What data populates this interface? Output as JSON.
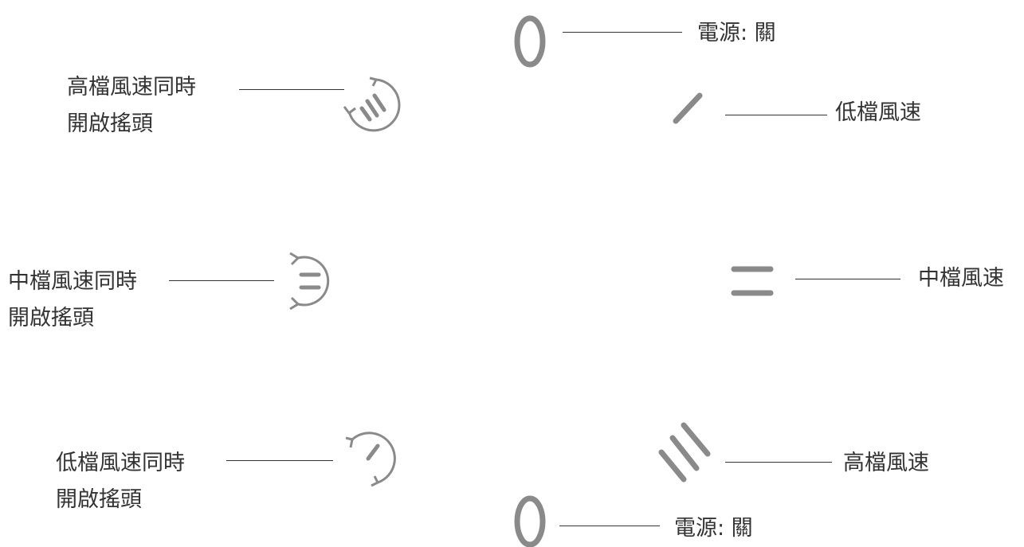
{
  "colors": {
    "symbol": "#8a8a8a",
    "text": "#333333",
    "background": "#ffffff"
  },
  "labels": {
    "power_off_top": "電源: 關",
    "low_speed": "低檔風速",
    "medium_speed": "中檔風速",
    "high_speed": "高檔風速",
    "power_off_bottom": "電源: 關",
    "high_swing_line1": "高檔風速同時",
    "high_swing_line2": "開啟搖頭",
    "medium_swing_line1": "中檔風速同時",
    "medium_swing_line2": "開啟搖頭",
    "low_swing_line1": "低檔風速同時",
    "low_swing_line2": "開啟搖頭"
  },
  "icons": [
    "power-off-zero-icon",
    "low-speed-slash-icon",
    "medium-speed-double-bar-icon",
    "high-speed-triple-slash-icon",
    "high-speed-swing-icon",
    "medium-speed-swing-icon",
    "low-speed-swing-icon"
  ]
}
